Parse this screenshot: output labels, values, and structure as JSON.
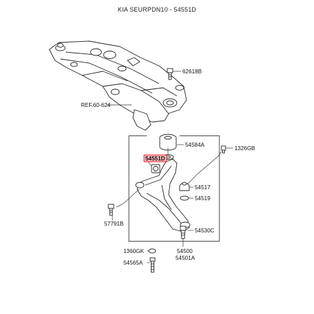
{
  "header": {
    "title": "KIA SEURPDN10 - 54551D"
  },
  "callouts": {
    "ref": "REF.60-624",
    "p62618B": "62618B",
    "p54584A": "54584A",
    "p54551D": "54551D",
    "p1326GB": "1326GB",
    "p54517": "54517",
    "p54519": "54519",
    "p57791B": "57791B",
    "p54530C": "54530C",
    "p1360GK": "1360GK",
    "p54500": "54500",
    "p54501A": "54501A",
    "p54565A": "54565A"
  },
  "highlight": {
    "color": "#e8141c",
    "fill": "#f7b7bc"
  }
}
